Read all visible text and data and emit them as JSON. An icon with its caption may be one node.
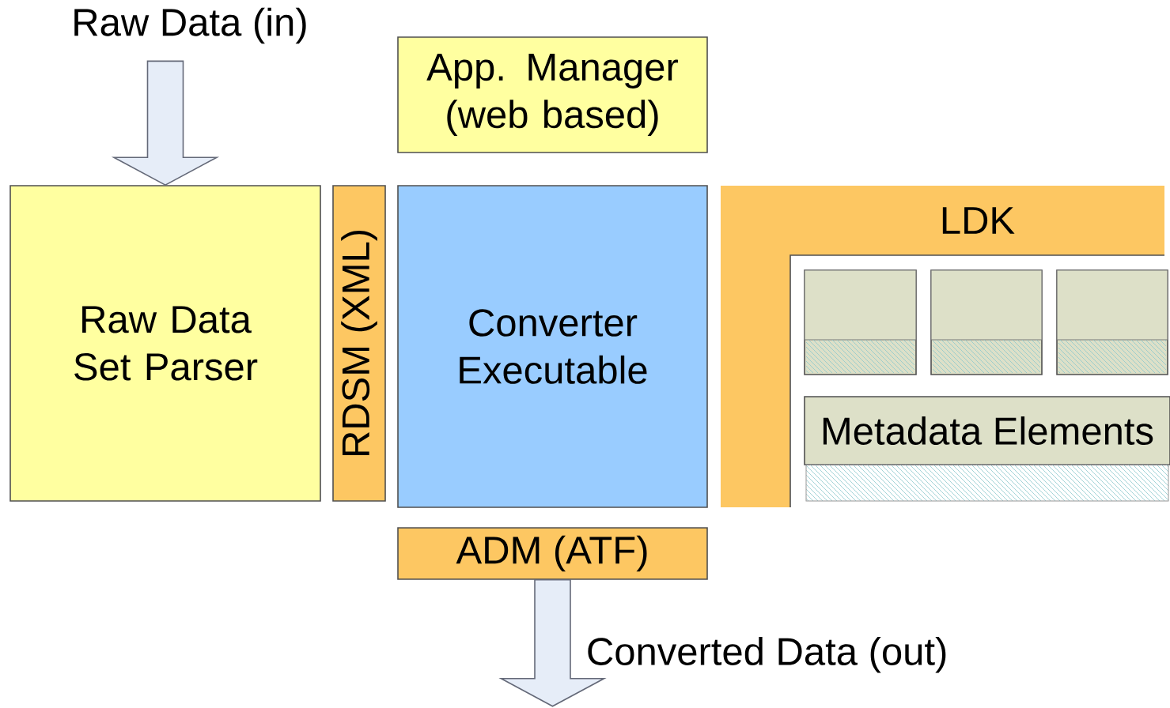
{
  "diagram": {
    "nodes": [
      {
        "text": [
          "Raw Data (in)"
        ]
      },
      {
        "text": [
          "Raw Data Set Parser"
        ]
      },
      {
        "text": [
          "RDSM (XML)"
        ]
      },
      {
        "text": [
          "App. Manager (web based)"
        ]
      },
      {
        "text": [
          "Converter Executable"
        ]
      },
      {
        "text": [
          "LDK"
        ]
      },
      {
        "text": [],
        "shape": "box"
      },
      {
        "text": [],
        "shape": "box"
      },
      {
        "text": [],
        "shape": "box"
      },
      {
        "text": [
          "Metadata Elements"
        ]
      },
      {
        "text": [
          "ADM (ATF)"
        ]
      }
    ],
    "edges": [
      {
        "from": 0,
        "to": 1,
        "arrow": "to"
      },
      {
        "from": 10,
        "to": null,
        "arrow": "to",
        "label": "Converted Data (out)"
      }
    ]
  }
}
